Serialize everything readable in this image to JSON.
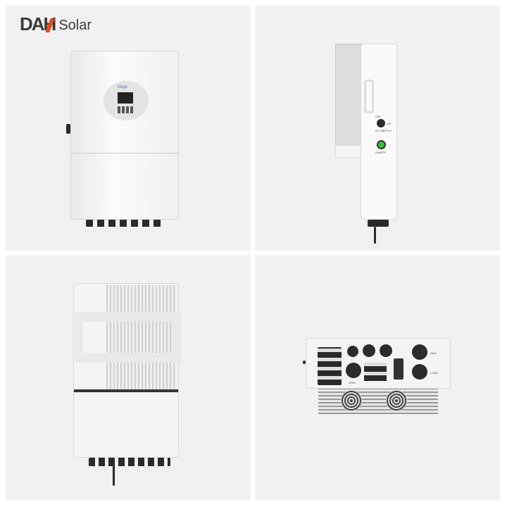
{
  "brand": {
    "logo_text": "DAH",
    "logo_suffix": "Solar",
    "accent": "#e8471d"
  },
  "views": [
    {
      "name": "front-view",
      "display_brand": "Deye"
    },
    {
      "name": "side-view",
      "labels": [
        "OFF",
        "ON",
        "DC SWITCH",
        "ON/OFF"
      ],
      "button_color": "#3bbf3b"
    },
    {
      "name": "rear-view"
    },
    {
      "name": "bottom-view",
      "labels": [
        "GRID",
        "GEN",
        "LOAD"
      ]
    }
  ],
  "colors": {
    "background": "#f1f1f1",
    "body": "#f7f7f7",
    "connector": "#2a2a2a"
  }
}
